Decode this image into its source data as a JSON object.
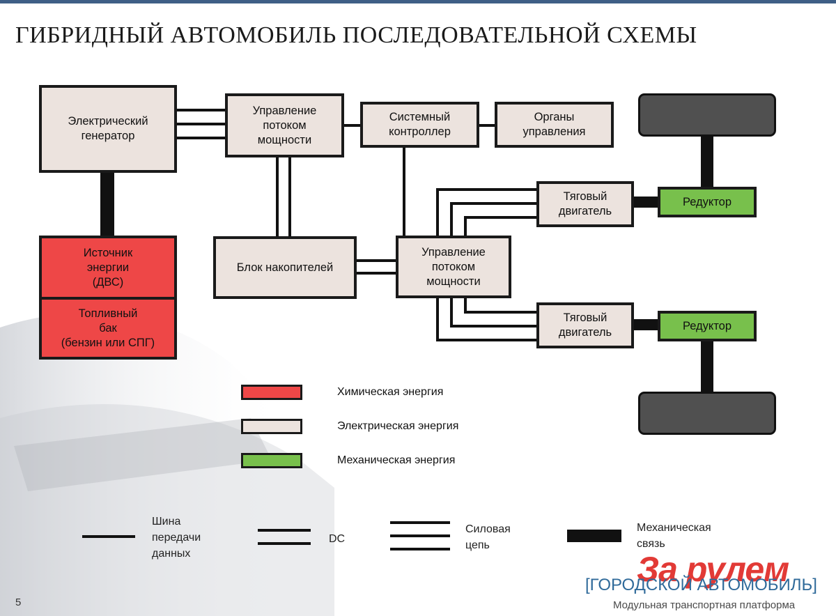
{
  "title": "ГИБРИДНЫЙ АВТОМОБИЛЬ ПОСЛЕДОВАТЕЛЬНОЙ СХЕМЫ",
  "blocks": {
    "generator": [
      "Электрический",
      "генератор"
    ],
    "power_flow_top": [
      "Управление",
      "потоком",
      "мощности"
    ],
    "system_controller": [
      "Системный",
      "контроллер"
    ],
    "controls": [
      "Органы",
      "управления"
    ],
    "energy_source": [
      "Источник",
      "энергии",
      "(ДВС)"
    ],
    "fuel_tank": [
      "Топливный",
      "бак",
      "(бензин или СПГ)"
    ],
    "storage": "Блок накопителей",
    "power_flow_mid": [
      "Управление",
      "потоком",
      "мощности"
    ],
    "traction_motor_1": [
      "Тяговый",
      "двигатель"
    ],
    "traction_motor_2": [
      "Тяговый",
      "двигатель"
    ],
    "reducer_1": "Редуктор",
    "reducer_2": "Редуктор"
  },
  "legend": {
    "chemical": "Химическая энергия",
    "electrical": "Электрическая энергия",
    "mechanical": "Механическая энергия"
  },
  "line_key": {
    "data_bus": [
      "Шина",
      "передачи",
      "данных"
    ],
    "dc": "DC",
    "power_circuit": [
      "Силовая",
      "цепь"
    ],
    "mechanical_link": [
      "Механическая",
      "связь"
    ]
  },
  "colors": {
    "chemical": "#ee4747",
    "electrical": "#ece3de",
    "mechanical": "#78c04c",
    "wheel": "#505050",
    "accent": "#3f5f86"
  },
  "logo": {
    "brand": "За рулем",
    "program": "[ГОРОДСКОЙ АВТОМОБИЛЬ]",
    "tagline": "Модульная транспортная платформа"
  },
  "page_number": "5"
}
